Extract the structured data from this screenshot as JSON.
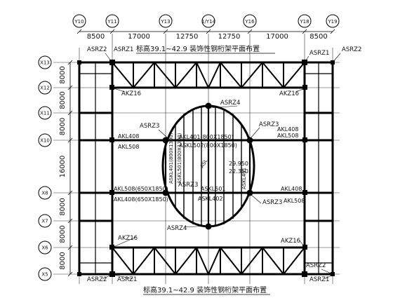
{
  "title_top": "标高39.1~42.9 装饰性钢桁架平面布置",
  "title_bottom": "标高39.1~42.9 装饰性钢桁架平面布置",
  "column_axes": [
    "Y10",
    "Y11",
    "Y13",
    "1/Y14",
    "Y16",
    "Y18",
    "Y19"
  ],
  "column_spacings": [
    "8500",
    "17000",
    "12750",
    "12750",
    "17000",
    "8500"
  ],
  "row_axes": [
    "X13",
    "X12",
    "X11",
    "X10",
    "X8",
    "X7",
    "X6",
    "X5"
  ],
  "row_spacings": [
    "8000",
    "8000",
    "8000",
    "16000",
    "8000",
    "8000",
    "8000"
  ],
  "labels": {
    "asrz2_tl": "ASRZ2",
    "asrz1_tl": "ASRZ1",
    "asrz1_tr": "ASRZ1",
    "asrz2_tr": "ASRZ2",
    "akz16_tl": "AKZ16",
    "akz16_tr": "AKZ16",
    "asrz4_top": "ASRZ4",
    "asrz3_left": "ASRZ3",
    "asrz3_right": "ASRZ3",
    "akl408_tl": "AKL408",
    "akl508_tl": "AKL508",
    "akl408_tr": "AKL408",
    "akl508_tr": "AKL508",
    "akl401_top": "AKL401(800X1850)",
    "akl502_top": "ASKL502(800X1850)",
    "askl401_vert": "ASKL401(800X1300)",
    "askl501_vert": "ASKL501(800X1300)",
    "askl401_right": "ASKL401",
    "level_1": "29.950",
    "level_2": "22.350",
    "asrz3_center": "ASRZ3",
    "asrz3_lower_right": "ASRZ3",
    "askl501_mid": "ASKL501",
    "askl402_mid": "ASKL402",
    "akl508_bl": "AKL508(650X1850)",
    "akl408_bl": "AKL408(650X1850)",
    "akl408_br": "AKL408",
    "akl508_br": "AKL508",
    "asrz4_bottom": "ASRZ4",
    "akz16_bl": "AKZ16",
    "akz16_br": "AKZ16",
    "asrz2_bl": "ASRZ2",
    "asrz1_bl": "ASRZ1",
    "asrz2_br": "ASRZ2",
    "asrz1_br": "ASRZ1",
    "diag_left": "ASL",
    "diag_mid": "ASL"
  }
}
